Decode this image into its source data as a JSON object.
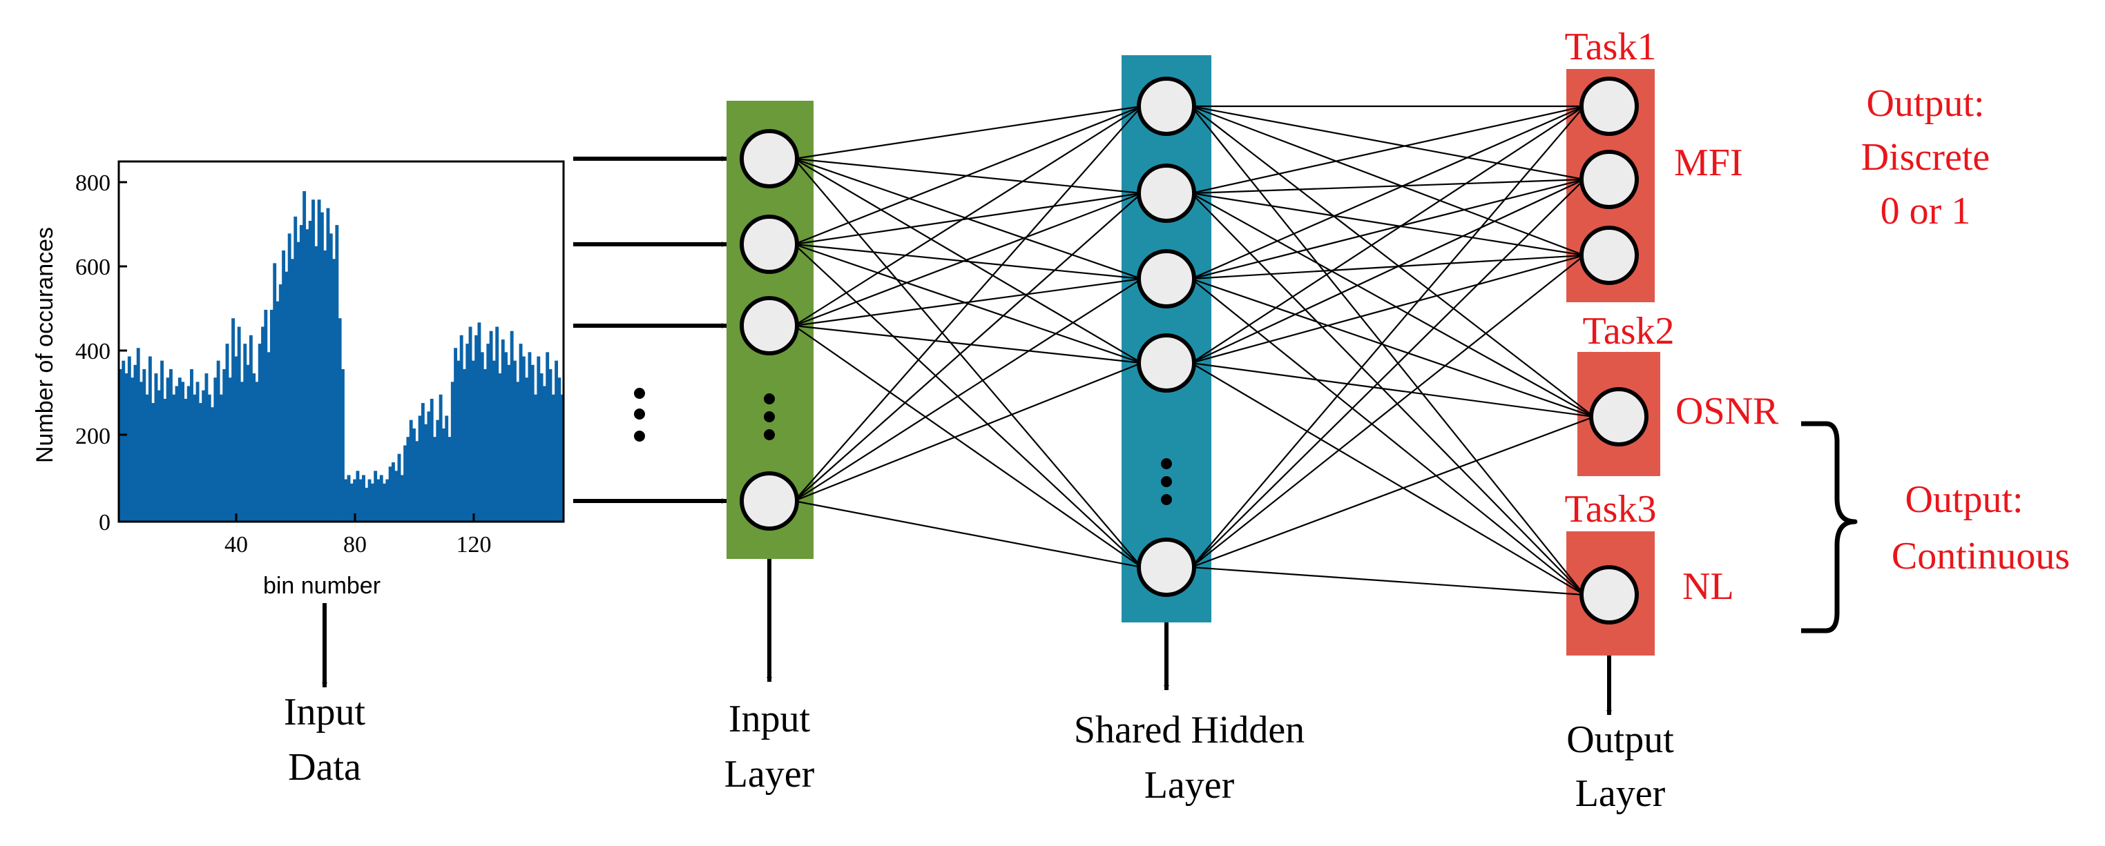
{
  "histogram": {
    "ylabel": "Number of occurances",
    "xlabel": "bin number",
    "yticks": [
      "0",
      "200",
      "400",
      "600",
      "800"
    ],
    "xticks": [
      "40",
      "80",
      "120"
    ],
    "color": "#0b63a8"
  },
  "chart_data": {
    "type": "bar",
    "xlabel": "bin number",
    "ylabel": "Number of occurances",
    "xlim": [
      1,
      150
    ],
    "ylim": [
      0,
      850
    ],
    "x_ticks": [
      40,
      80,
      120
    ],
    "y_ticks": [
      0,
      200,
      400,
      600,
      800
    ],
    "grid": false,
    "values": [
      360,
      380,
      350,
      390,
      340,
      370,
      410,
      330,
      360,
      300,
      390,
      280,
      350,
      310,
      380,
      290,
      340,
      360,
      300,
      320,
      340,
      330,
      290,
      320,
      360,
      300,
      330,
      280,
      310,
      350,
      300,
      270,
      340,
      380,
      300,
      360,
      420,
      340,
      480,
      390,
      460,
      330,
      420,
      370,
      440,
      350,
      330,
      420,
      460,
      500,
      400,
      500,
      610,
      520,
      560,
      640,
      590,
      680,
      620,
      720,
      660,
      700,
      780,
      690,
      710,
      760,
      650,
      760,
      730,
      640,
      740,
      680,
      620,
      700,
      480,
      360,
      100,
      110,
      90,
      100,
      120,
      100,
      110,
      80,
      100,
      90,
      120,
      100,
      110,
      90,
      100,
      130,
      140,
      120,
      160,
      110,
      180,
      200,
      240,
      220,
      190,
      250,
      280,
      230,
      260,
      290,
      200,
      240,
      300,
      220,
      250,
      200,
      330,
      410,
      380,
      440,
      360,
      420,
      460,
      380,
      440,
      470,
      400,
      360,
      420,
      450,
      380,
      460,
      350,
      430,
      400,
      370,
      450,
      380,
      330,
      420,
      390,
      340,
      400,
      370,
      300,
      390,
      350,
      320,
      400,
      360,
      300,
      380,
      340,
      300
    ],
    "color": "#0b63a8"
  },
  "left_text": {
    "input_data_line1": "Input",
    "input_data_line2": "Data"
  },
  "layers": {
    "input": {
      "label1": "Input",
      "label2": "Layer",
      "color": "#6a9a3a"
    },
    "hidden": {
      "label1": "Shared Hidden",
      "label2": "Layer",
      "color": "#1f8fa8"
    },
    "output": {
      "label1": "Output",
      "label2": "Layer",
      "color": "#e0584a"
    }
  },
  "tasks": {
    "task1": {
      "title": "Task1",
      "name": "MFI"
    },
    "task2": {
      "title": "Task2",
      "name": "OSNR"
    },
    "task3": {
      "title": "Task3",
      "name": "NL"
    }
  },
  "outputs": {
    "discrete_line1": "Output:",
    "discrete_line2": "Discrete",
    "discrete_line3": "0 or 1",
    "continuous_line1": "Output:",
    "continuous_line2": "Continuous"
  },
  "colors": {
    "red_text": "#e8161b",
    "node_fill": "#ececec",
    "line": "#000000"
  }
}
